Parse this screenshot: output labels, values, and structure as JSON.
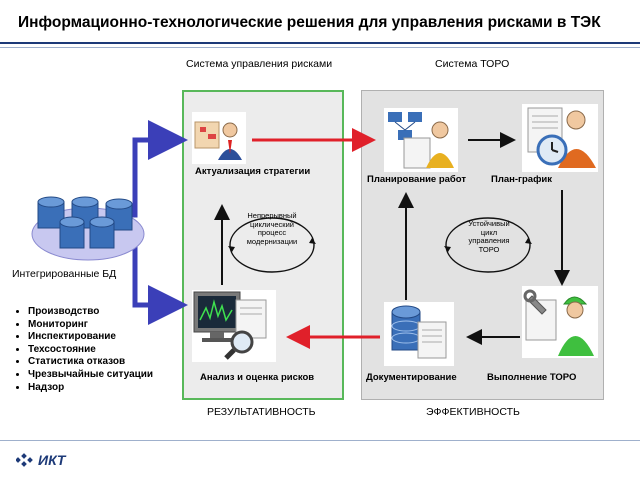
{
  "title": "Информационно-технологические решения для управления рисками в ТЭК",
  "sections": {
    "risk": "Система управления рисками",
    "toro": "Система ТОРО"
  },
  "nodes": {
    "strategy": "Актуализация стратегии",
    "analysis": "Анализ и оценка рисков",
    "planning": "Планирование работ",
    "schedule": "План-график",
    "execution": "Выполнение ТОРО",
    "documentation": "Документирование",
    "db": "Интегрированные БД"
  },
  "cycles": {
    "left": "Непрерывный циклический процесс модернизации",
    "right": "Устойчивый цикл управления ТОРО"
  },
  "db_list": [
    "Производство",
    "Мониторинг",
    "Инспектирование",
    "Техсостояние",
    "Статистика отказов",
    "Чрезвычайные ситуации",
    "Надзор"
  ],
  "bottom": {
    "left": "РЕЗУЛЬТАТИВНОСТЬ",
    "right": "ЭФФЕКТИВНОСТЬ"
  },
  "logo": "ИКТ",
  "colors": {
    "accent_blue": "#1d3a78",
    "green_border": "#58b85a",
    "red_arrow": "#e0202a",
    "arrow_blue": "#3b3fb8"
  }
}
